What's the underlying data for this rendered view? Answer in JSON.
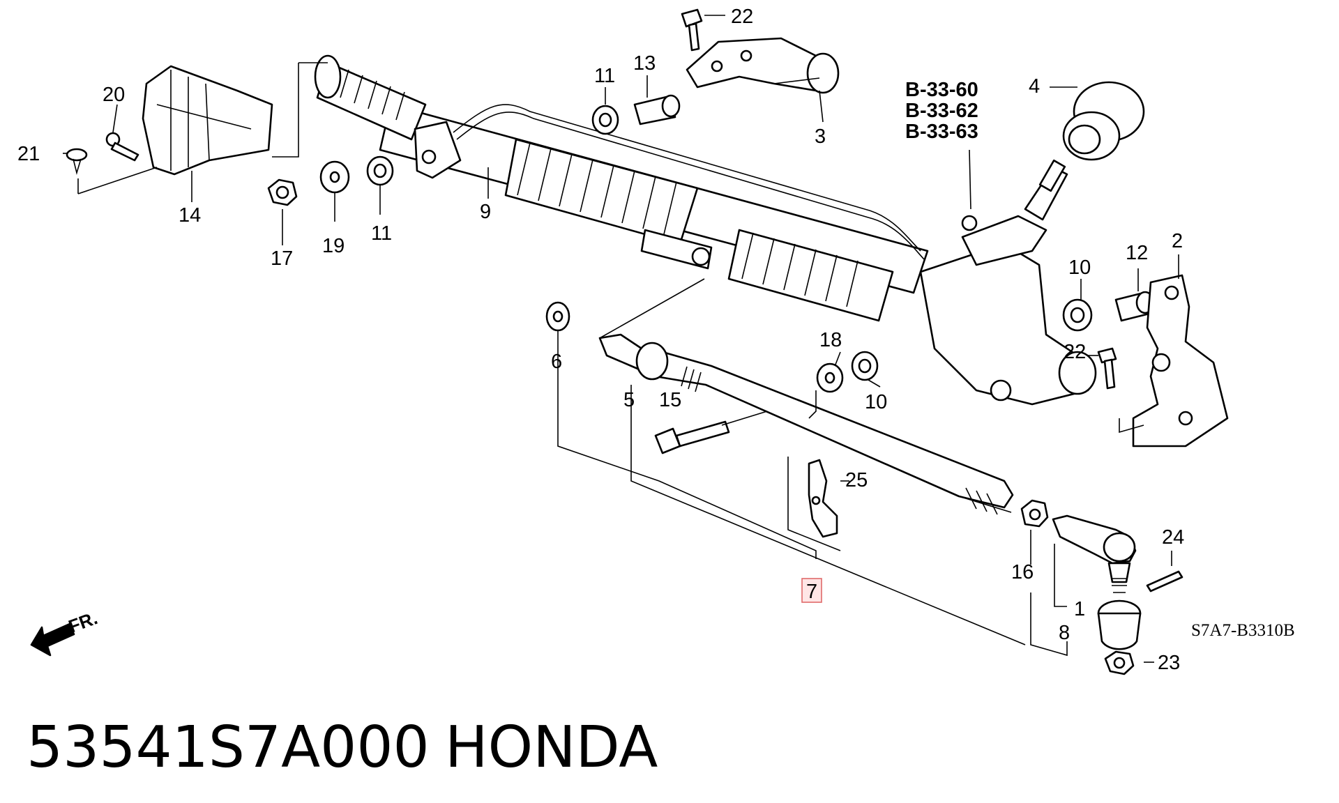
{
  "diagram": {
    "part_number_line": "53541S7A000",
    "brand": "HONDA",
    "drawing_code": "S7A7-B3310B",
    "front_marker": "FR.",
    "references": [
      "B-33-60",
      "B-33-62",
      "B-33-63"
    ],
    "callouts": {
      "c1": "1",
      "c2": "2",
      "c3": "3",
      "c4": "4",
      "c5": "5",
      "c6": "6",
      "c7": "7",
      "c8": "8",
      "c9": "9",
      "c10a": "10",
      "c10b": "10",
      "c11a": "11",
      "c11b": "11",
      "c12": "12",
      "c13": "13",
      "c14": "14",
      "c15": "15",
      "c16": "16",
      "c17": "17",
      "c18": "18",
      "c19": "19",
      "c20": "20",
      "c21": "21",
      "c22a": "22",
      "c22b": "22",
      "c23": "23",
      "c24": "24",
      "c25": "25"
    },
    "highlighted_callout": "7",
    "highlight_color": "#e06a6a"
  }
}
